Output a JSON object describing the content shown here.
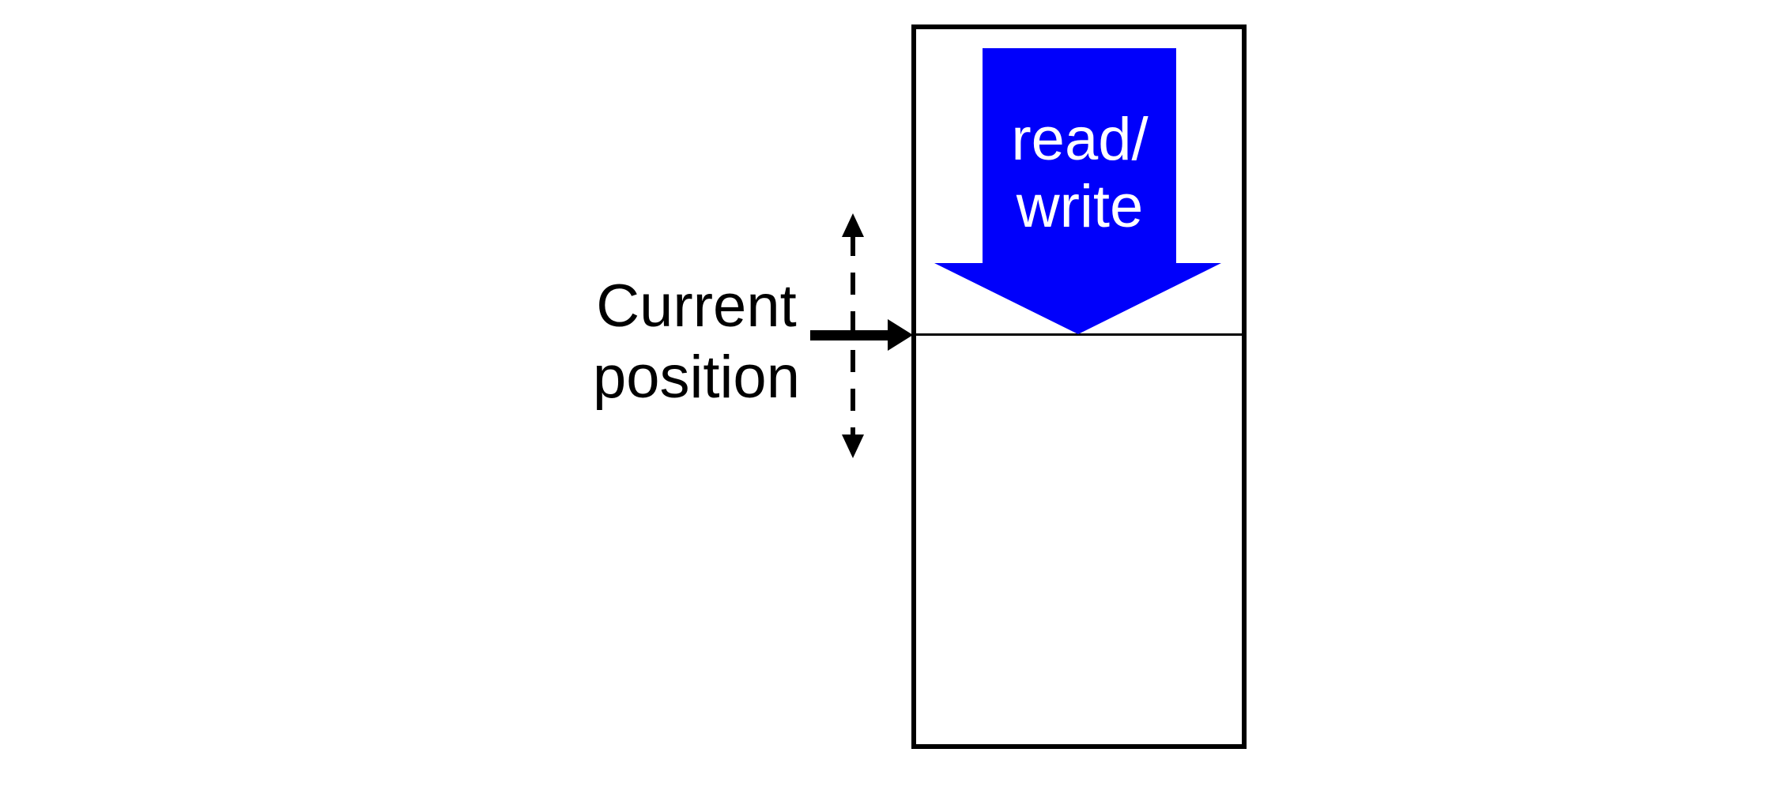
{
  "colors": {
    "background": "#ffffff",
    "ink": "#000000",
    "arrow_blue": "#0000FB",
    "arrow_text": "#ffffff"
  },
  "labels": {
    "read_write_line1": "read/",
    "read_write_line2": "write",
    "current_position_line1": "Current",
    "current_position_line2": "position"
  }
}
